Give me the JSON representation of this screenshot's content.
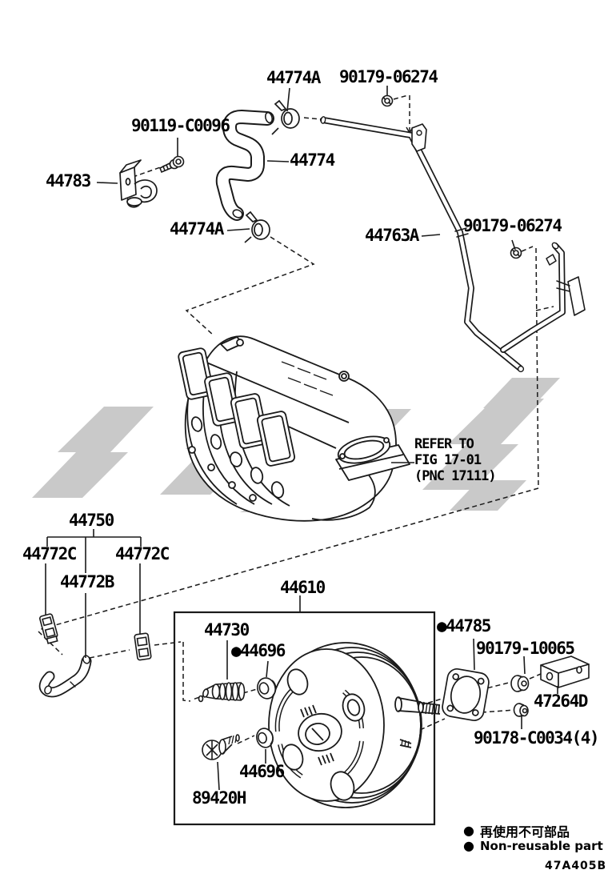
{
  "diagram": {
    "code": "47A405B",
    "note": {
      "line1": "REFER TO",
      "line2": "FIG 17-01",
      "line3": "(PNC 17111)"
    },
    "legend": {
      "bullet": "●",
      "non_reusable_jp": "再使用不可部品",
      "non_reusable_en": "Non-reusable part"
    },
    "colors": {
      "line": "#1a1a1a",
      "watermark": "#c9c9c9",
      "background": "#ffffff"
    },
    "parts": [
      {
        "id": "44774A-1",
        "text": "44774A"
      },
      {
        "id": "90179-06274-1",
        "text": "90179-06274"
      },
      {
        "id": "90119-C0096",
        "text": "90119-C0096"
      },
      {
        "id": "44783",
        "text": "44783"
      },
      {
        "id": "44774",
        "text": "44774"
      },
      {
        "id": "44774A-2",
        "text": "44774A"
      },
      {
        "id": "44763A",
        "text": "44763A"
      },
      {
        "id": "90179-06274-2",
        "text": "90179-06274"
      },
      {
        "id": "44750",
        "text": "44750"
      },
      {
        "id": "44772C-1",
        "text": "44772C"
      },
      {
        "id": "44772C-2",
        "text": "44772C"
      },
      {
        "id": "44772B",
        "text": "44772B"
      },
      {
        "id": "44610",
        "text": "44610"
      },
      {
        "id": "44730",
        "text": "44730"
      },
      {
        "id": "44696-1",
        "text": "●44696"
      },
      {
        "id": "44785",
        "text": "●44785"
      },
      {
        "id": "90179-10065",
        "text": "90179-10065"
      },
      {
        "id": "47264D",
        "text": "47264D"
      },
      {
        "id": "90178-C0034-4",
        "text": "90178-C0034(4)"
      },
      {
        "id": "44696-2",
        "text": "44696"
      },
      {
        "id": "89420H",
        "text": "89420H"
      }
    ]
  }
}
